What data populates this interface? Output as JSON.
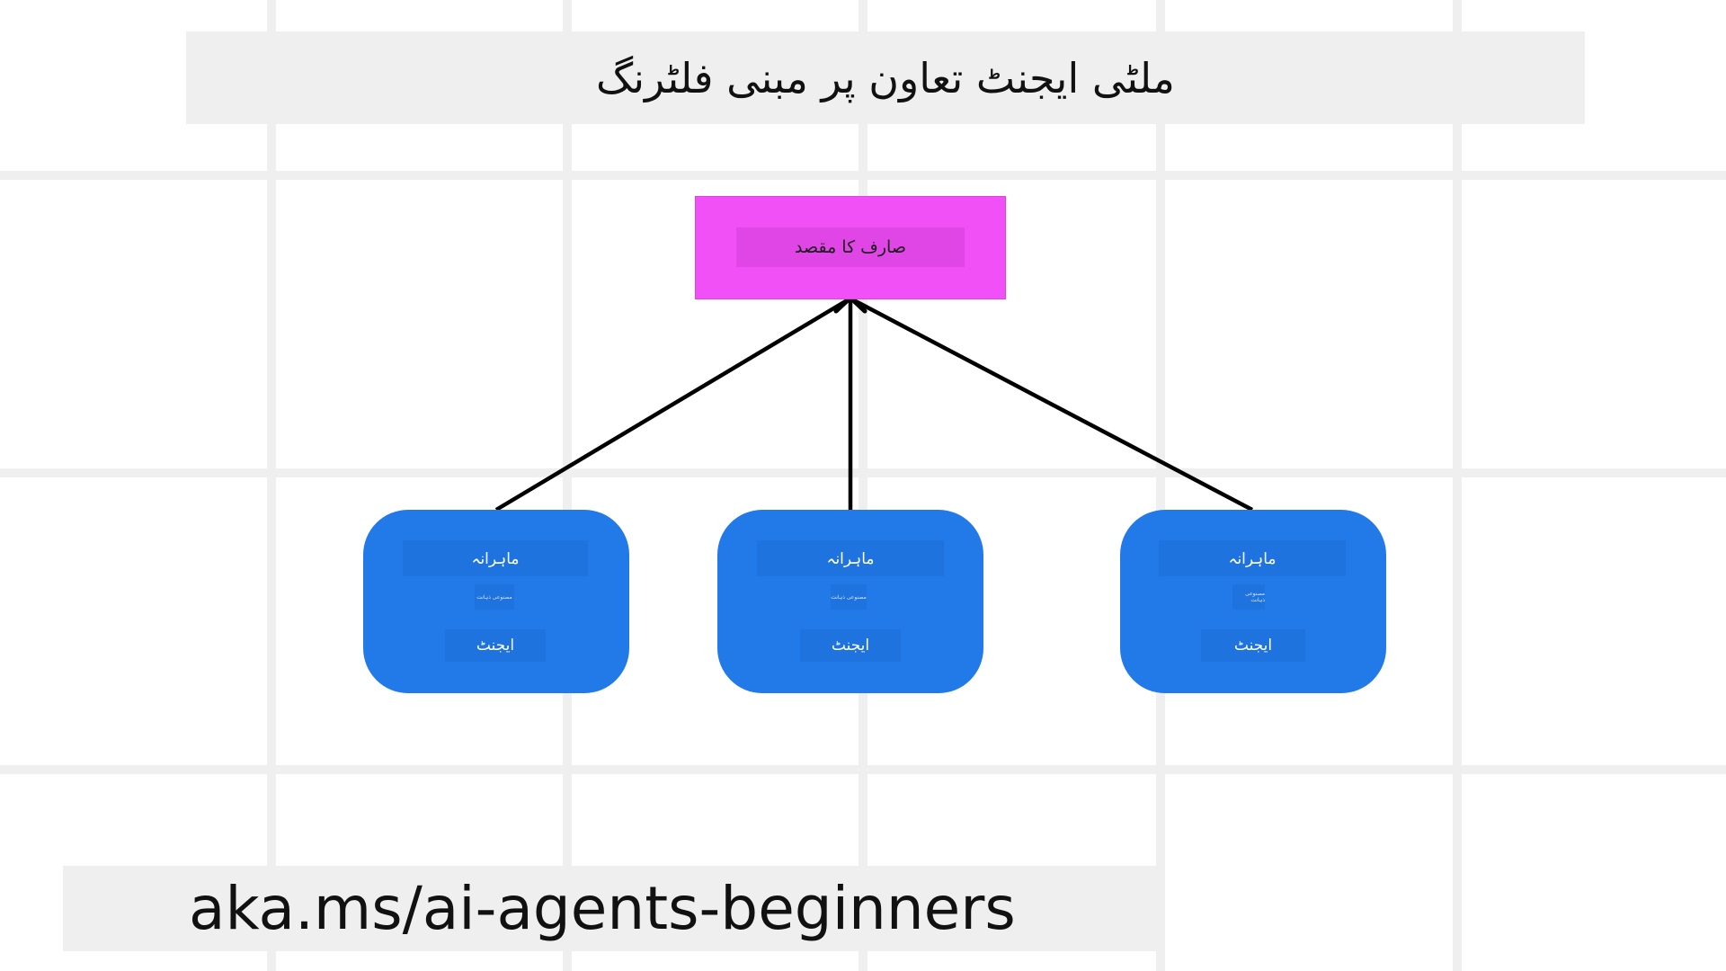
{
  "diagram": {
    "title": "ملٹی ایجنٹ تعاون پر مبنی فلٹرنگ",
    "goal_label": "صارف کا مقصد",
    "agents": [
      {
        "title": "ماہرانہ",
        "detail": "مصنوعی ذہانت",
        "footer": "ایجنٹ"
      },
      {
        "title": "ماہرانہ",
        "detail": "مصنوعی ذہانت",
        "footer": "ایجنٹ"
      },
      {
        "title": "ماہرانہ",
        "detail": "مصنوعی ذہانت",
        "footer": "ایجنٹ"
      }
    ],
    "footer_url": "aka.ms/ai-agents-beginners"
  },
  "colors": {
    "goal_fill": "#f050f5",
    "agent_fill": "#217ae8",
    "arrow": "#000000",
    "grid": "#efefef"
  }
}
